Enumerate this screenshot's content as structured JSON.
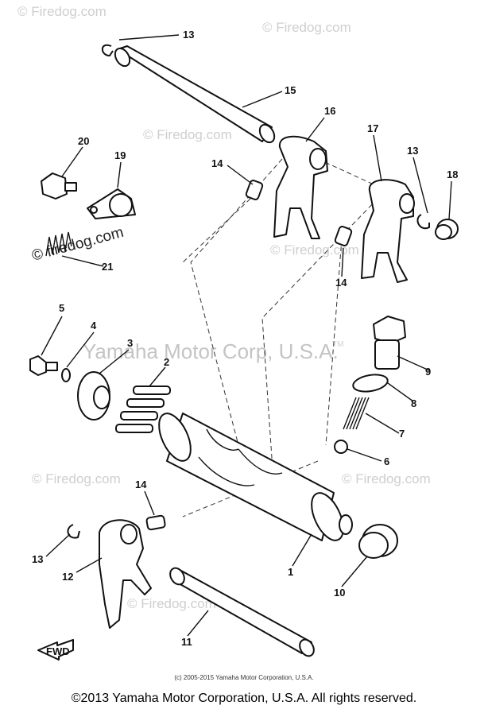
{
  "watermarks": {
    "site": "© Firedog.com",
    "site_short": "© firedog.com",
    "main": "Yamaha Motor Corp, U.S.A.",
    "tm": "TM"
  },
  "callouts": [
    "13",
    "15",
    "16",
    "17",
    "13",
    "18",
    "14",
    "14",
    "20",
    "19",
    "21",
    "5",
    "4",
    "3",
    "2",
    "9",
    "8",
    "7",
    "6",
    "14",
    "13",
    "12",
    "1",
    "10",
    "11"
  ],
  "fwd_label": "FWD",
  "credit_small": "(c) 2005-2015 Yamaha Motor Corporation, U.S.A.",
  "copyright": "©2013 Yamaha Motor Corporation, U.S.A. All rights reserved."
}
